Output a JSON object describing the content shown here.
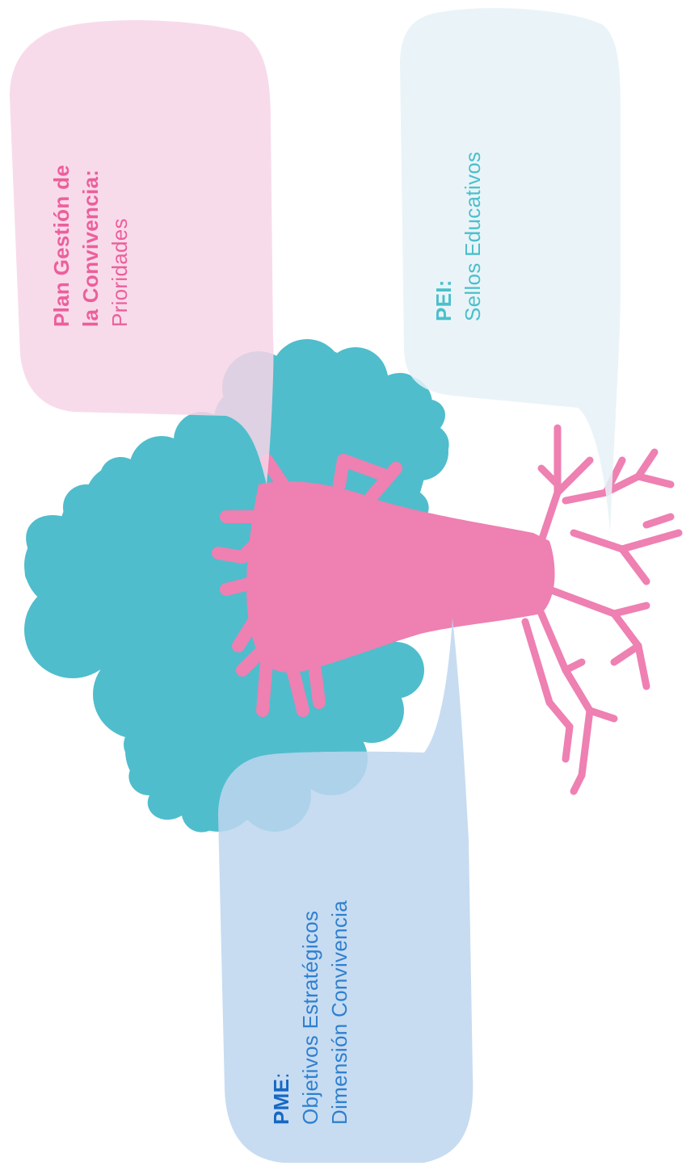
{
  "colors": {
    "canopy": "#4fbdcc",
    "trunk": "#ee80b2",
    "pink_bubble": "#f7d5e6",
    "pink_text": "#ec5f9c",
    "teal_bubble": "#e6f2f7",
    "teal_text": "#4bbfcc",
    "blue_bubble": "#bdd6ef",
    "blue_text": "#2f7fcf",
    "blue_label": "#1668c4"
  },
  "bubbles": {
    "convivencia": {
      "line1": "Plan Gestión de",
      "line2": "la Convivencia:",
      "line3": "Prioridades"
    },
    "pei": {
      "label": "PEI:",
      "text": "Sellos Educativos"
    },
    "pme": {
      "label": "PME",
      "colon": ":",
      "line2": "Objetivos Estratégicos",
      "line3": "Dimensión Convivencia"
    }
  },
  "icons": {
    "tree": "tree-illustration"
  }
}
